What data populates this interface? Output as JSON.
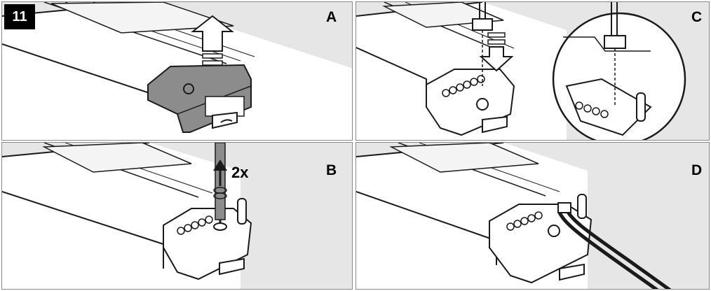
{
  "figure": {
    "step_number": "11",
    "panels": {
      "a": {
        "letter": "A"
      },
      "b": {
        "letter": "B",
        "turns_label": "2x"
      },
      "c": {
        "letter": "C"
      },
      "d": {
        "letter": "D"
      }
    }
  },
  "colors": {
    "panel_bg": "#e6e6e6",
    "cover_gray": "#8c8c8c",
    "line": "#1a1a1a",
    "arrow_fill": "#ffffff"
  }
}
